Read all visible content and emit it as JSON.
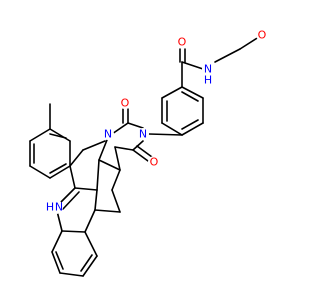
{
  "colors": {
    "carbon": "#000000",
    "oxygen": "#ff0000",
    "nitrogen": "#0000ff"
  },
  "atoms": {
    "o_amide": "O",
    "nh_amide": "N",
    "h_amide": "H",
    "o_methoxy": "O",
    "n_imide": "N",
    "o_upper": "O",
    "o_lower": "O",
    "n_ring": "N",
    "nh_indole": "N",
    "h_indole": "H"
  }
}
